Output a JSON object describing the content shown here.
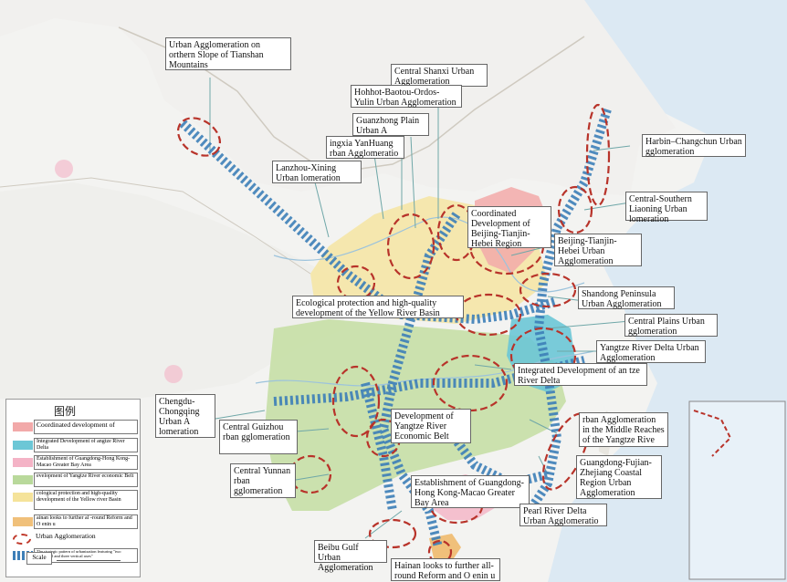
{
  "labels": {
    "tianshan": "Urban Agglomeration on orthern Slope of Tianshan Mountains",
    "shanxi": "Central Shanxi Urban Agglomeration",
    "hohhot": "Hohhot-Baotou-Ordos-Yulin Urban Agglomeration",
    "guanzhong": "Guanzhong Plain Urban A lomeration",
    "ningxia": "ingxia YanHuang rban Agglomeratio",
    "lanzhou": "Lanzhou-Xining Urban lomeration",
    "harbin": "Harbin–Changchun Urban gglomeration",
    "liaoning": "Central-Southern Liaoning Urban lomeration",
    "jjj_coord": "Coordinated Development of Beijing-Tianjin-Hebei Region",
    "jjj": "Beijing-Tianjin-Hebei Urban Agglomeration",
    "shandong": "Shandong Peninsula Urban Agglomeration",
    "yellow_river": "Ecological protection and high-quality development of the Yellow River Basin",
    "central_plains": "Central Plains Urban gglomeration",
    "yrd": "Yangtze River Delta Urban Agglomeration",
    "yrd_integrated": "Integrated Development of an tze River Delta",
    "chengyu": "Chengdu-Chongqing Urban A lomeration",
    "guizhou": "Central Guizhou rban gglomeration",
    "yangtze_belt": "Development of Yangtze River Economic Belt",
    "middle_yangtze": "rban Agglomeration in the Middle Reaches of the Yangtze Rive",
    "yunnan": "Central Yunnan rban gglomeration",
    "gba": "Establishment of Guangdong-Hong Kong-Macao Greater Bay Area",
    "west_strait": "Guangdong-Fujian-Zhejiang Coastal Region Urban Agglomeration",
    "prd": "Pearl River Delta Urban Agglomeratio",
    "beibu": "Beibu Gulf Urban Agglomeration",
    "hainan": "Hainan looks to further all-round Reform and O enin u"
  },
  "legend": {
    "title": "图例",
    "items": [
      {
        "text": "Coordinated development of",
        "color": "#f2a9a9"
      },
      {
        "text": "Integrated Development of angtze River Delta",
        "color": "#6cc7d6"
      },
      {
        "text": "Establishment of Guangdong-Hong Kong-Macao Greater Bay Area",
        "color": "#f4b3c6"
      },
      {
        "text": "evelopment of Yangtze River economic Belt",
        "color": "#b9d99b"
      },
      {
        "text": "cological protection and high-quality development of the Yellow river Basin",
        "color": "#f5e39a"
      },
      {
        "text": "ainan looks to further al -round Reform and O enin u",
        "color": "#f0c07a"
      },
      {
        "text": "Urban Agglomeration",
        "color": "#c0392b"
      },
      {
        "text": "The strategic pattern of urbanization featuring \"two horizontal and three vertical axes\"",
        "color": "#3d7fb8"
      }
    ],
    "scale": "Scale"
  }
}
